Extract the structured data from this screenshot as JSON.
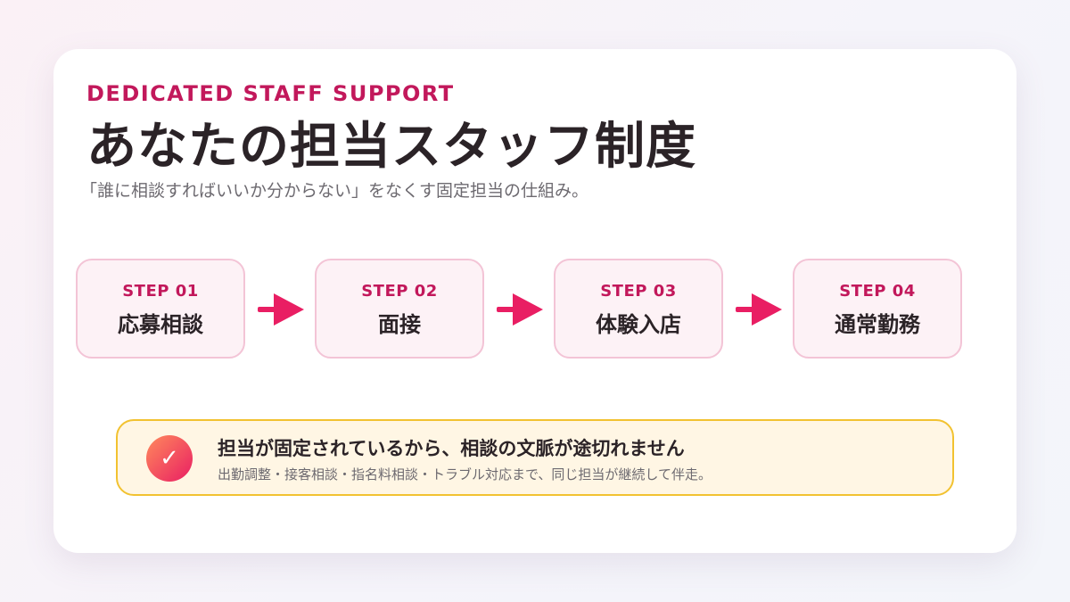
{
  "header": {
    "kicker": "DEDICATED STAFF SUPPORT",
    "title": "あなたの担当スタッフ制度",
    "subtitle": "「誰に相談すればいいか分からない」をなくす固定担当の仕組み。"
  },
  "steps": [
    {
      "label": "STEP 01",
      "name": "応募相談"
    },
    {
      "label": "STEP 02",
      "name": "面接"
    },
    {
      "label": "STEP 03",
      "name": "体験入店"
    },
    {
      "label": "STEP 04",
      "name": "通常勤務"
    }
  ],
  "note": {
    "icon": "check-icon",
    "title": "担当が固定されているから、相談の文脈が途切れません",
    "body": "出勤調整・接客相談・指名料相談・トラブル対応まで、同じ担当が継続して伴走。"
  },
  "colors": {
    "accent": "#c2185b",
    "arrow": "#e91e63",
    "step_bg": "#fdf2f6",
    "step_border": "#f3c4d6",
    "note_bg": "#fff6e4",
    "note_border": "#f2c230"
  }
}
